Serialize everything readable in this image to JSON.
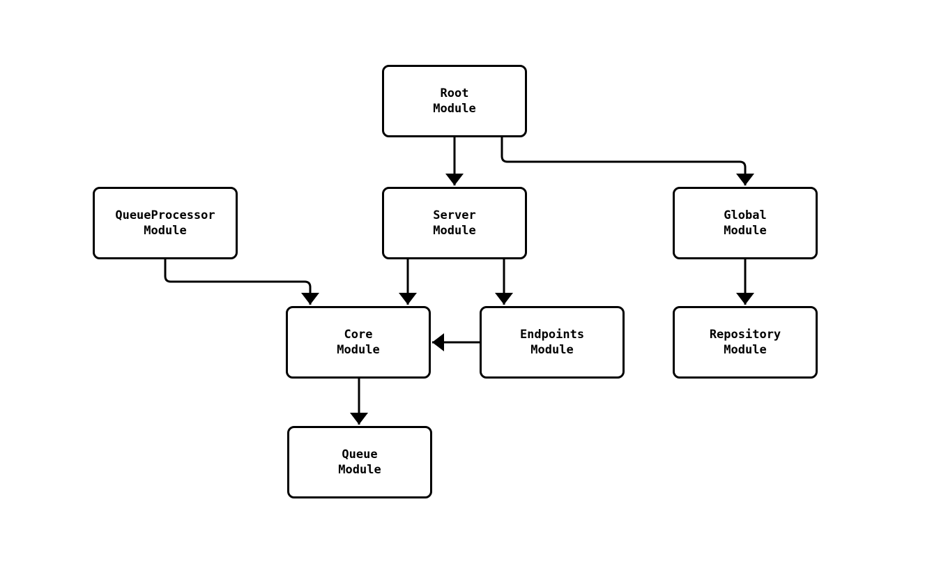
{
  "diagram": {
    "type": "module-dependency-graph",
    "background_color": "#ffffff",
    "node_fill_color": "#ffffff",
    "node_border_color": "#000000",
    "text_color": "#000000",
    "edge_color": "#000000",
    "nodes": {
      "root": {
        "label": "Root\nModule"
      },
      "queue_processor": {
        "label": "QueueProcessor\nModule"
      },
      "server": {
        "label": "Server\nModule"
      },
      "global": {
        "label": "Global\nModule"
      },
      "core": {
        "label": "Core\nModule"
      },
      "endpoints": {
        "label": "Endpoints\nModule"
      },
      "repository": {
        "label": "Repository\nModule"
      },
      "queue": {
        "label": "Queue\nModule"
      }
    },
    "edges": [
      {
        "from": "Root Module",
        "to": "Server Module"
      },
      {
        "from": "Root Module",
        "to": "Global Module"
      },
      {
        "from": "QueueProcessor Module",
        "to": "Core Module"
      },
      {
        "from": "Server Module",
        "to": "Core Module"
      },
      {
        "from": "Server Module",
        "to": "Endpoints Module"
      },
      {
        "from": "Endpoints Module",
        "to": "Core Module"
      },
      {
        "from": "Global Module",
        "to": "Repository Module"
      },
      {
        "from": "Core Module",
        "to": "Queue Module"
      }
    ]
  }
}
